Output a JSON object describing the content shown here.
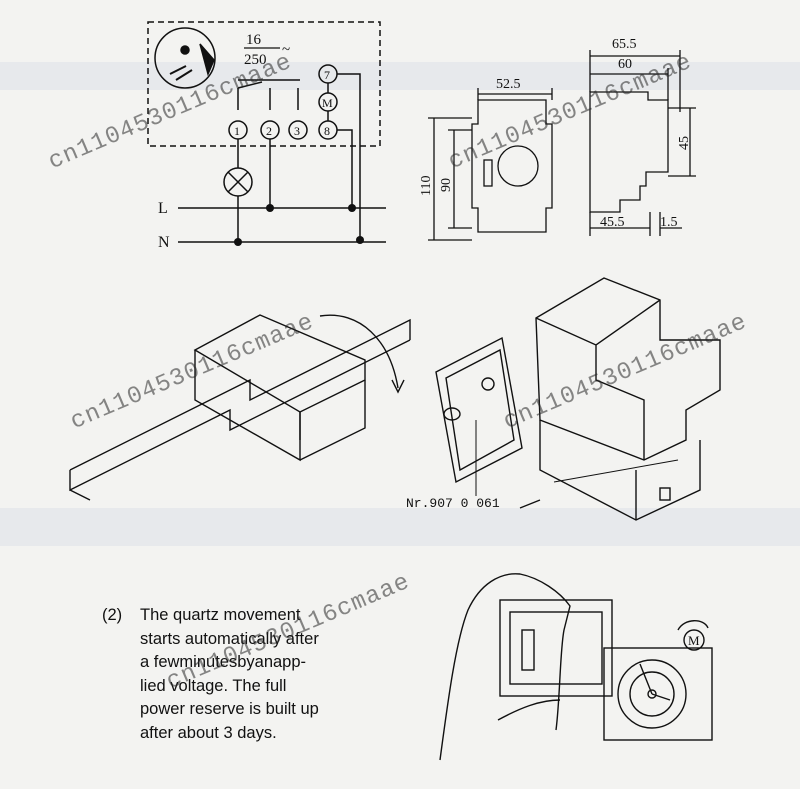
{
  "watermark": "cn1104530116cmaae",
  "wiring": {
    "fraction_top": "16",
    "fraction_bottom": "250",
    "fraction_suffix": "~",
    "terminals": [
      "1",
      "2",
      "3",
      "7",
      "8"
    ],
    "motor_label": "M",
    "line_L": "L",
    "line_N": "N"
  },
  "dimensions": {
    "top_width": "52.5",
    "height_outer": "110",
    "height_inner": "90",
    "side_width_outer": "65.5",
    "side_width_inner": "60",
    "side_height": "45",
    "side_base": "45.5",
    "side_rail": "1.5"
  },
  "part_number": "Nr.907  0 061",
  "motor_badge": "M",
  "caption": {
    "number": "(2)",
    "lines": [
      "The quartz movement",
      "starts automatically after",
      "a fewminutesbyanapp-",
      "lied voltage. The full",
      "power reserve is built up",
      "after about 3 days."
    ]
  }
}
